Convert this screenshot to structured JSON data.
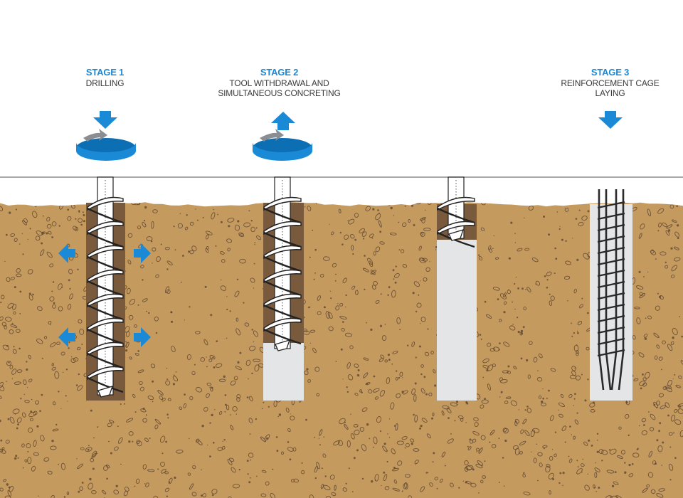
{
  "stages": [
    {
      "title": "STAGE 1",
      "lines": [
        "DRILLING"
      ]
    },
    {
      "title": "STAGE 2",
      "lines": [
        "TOOL WITHDRAWAL AND",
        "SIMULTANEOUS CONCRETING"
      ]
    },
    {
      "title": "STAGE 3",
      "lines": [
        "REINFORCEMENT CAGE",
        "LAYING"
      ]
    }
  ],
  "colors": {
    "accent_blue": "#1a8ad6",
    "soil": "#c59a5f",
    "soil_dark": "#5e4630",
    "bore_cavity": "#7a5a3c",
    "concrete": "#e4e5e7",
    "ground_line": "#8b8b8b",
    "auger_outline": "#222222",
    "rotate_grey": "#8a8d91"
  },
  "icons": {
    "push_down": "arrow-down-icon",
    "pull_up": "arrow-up-icon",
    "rotation": "rotation-arrow-icon",
    "lateral": "soil-displacement-arrow-icon"
  }
}
